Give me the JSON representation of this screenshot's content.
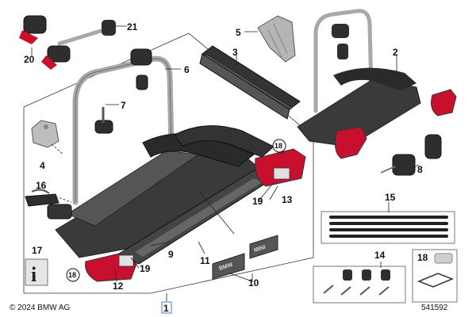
{
  "footer": {
    "copyright": "© 2024 BMW AG",
    "diagram_id": "541592"
  },
  "part_numbers": {
    "n1": "1",
    "n2": "2",
    "n3": "3",
    "n4": "4",
    "n5": "5",
    "n6": "6",
    "n7": "7",
    "n8": "8",
    "n9": "9",
    "n10": "10",
    "n11": "11",
    "n12": "12",
    "n13": "13",
    "n14": "14",
    "n15": "15",
    "n16": "16",
    "n17": "17",
    "n18": "18",
    "n18a": "18",
    "n18b": "18",
    "n19a": "19",
    "n19b": "19",
    "n20": "20",
    "n21": "21"
  },
  "badges": {
    "bmw": "BMW",
    "mini": "MINI"
  },
  "colors": {
    "frame_dark": "#3a3a3a",
    "frame_mid": "#555555",
    "tube_silver": "#a8a8a8",
    "lamp_red": "#c8102e",
    "outline": "#333333"
  }
}
